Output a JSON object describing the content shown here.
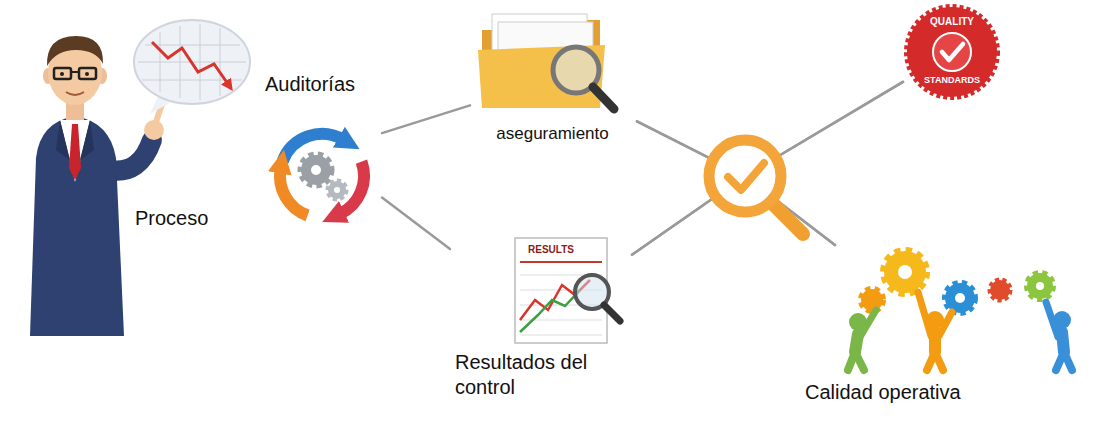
{
  "diagram": {
    "nodes": [
      {
        "text": [
          "Auditorías"
        ]
      },
      {
        "text": [
          "aseguramiento"
        ]
      },
      {
        "text": [
          "RESULTS",
          "Resultados del control"
        ]
      },
      {
        "text": [
          "QUALITY",
          "STANDARDS"
        ]
      },
      {
        "text": [
          "Calidad operativa"
        ]
      }
    ],
    "edges": [
      {
        "from": 0,
        "to": 1,
        "arrow": "none"
      },
      {
        "from": 0,
        "to": 2,
        "arrow": "none"
      },
      {
        "from": 1,
        "to": 3,
        "arrow": "none"
      },
      {
        "from": 1,
        "to": 4,
        "arrow": "none"
      },
      {
        "from": 2,
        "to": 3,
        "arrow": "none"
      },
      {
        "from": 2,
        "to": 4,
        "arrow": "none"
      }
    ],
    "labels": [
      "Proceso"
    ]
  }
}
